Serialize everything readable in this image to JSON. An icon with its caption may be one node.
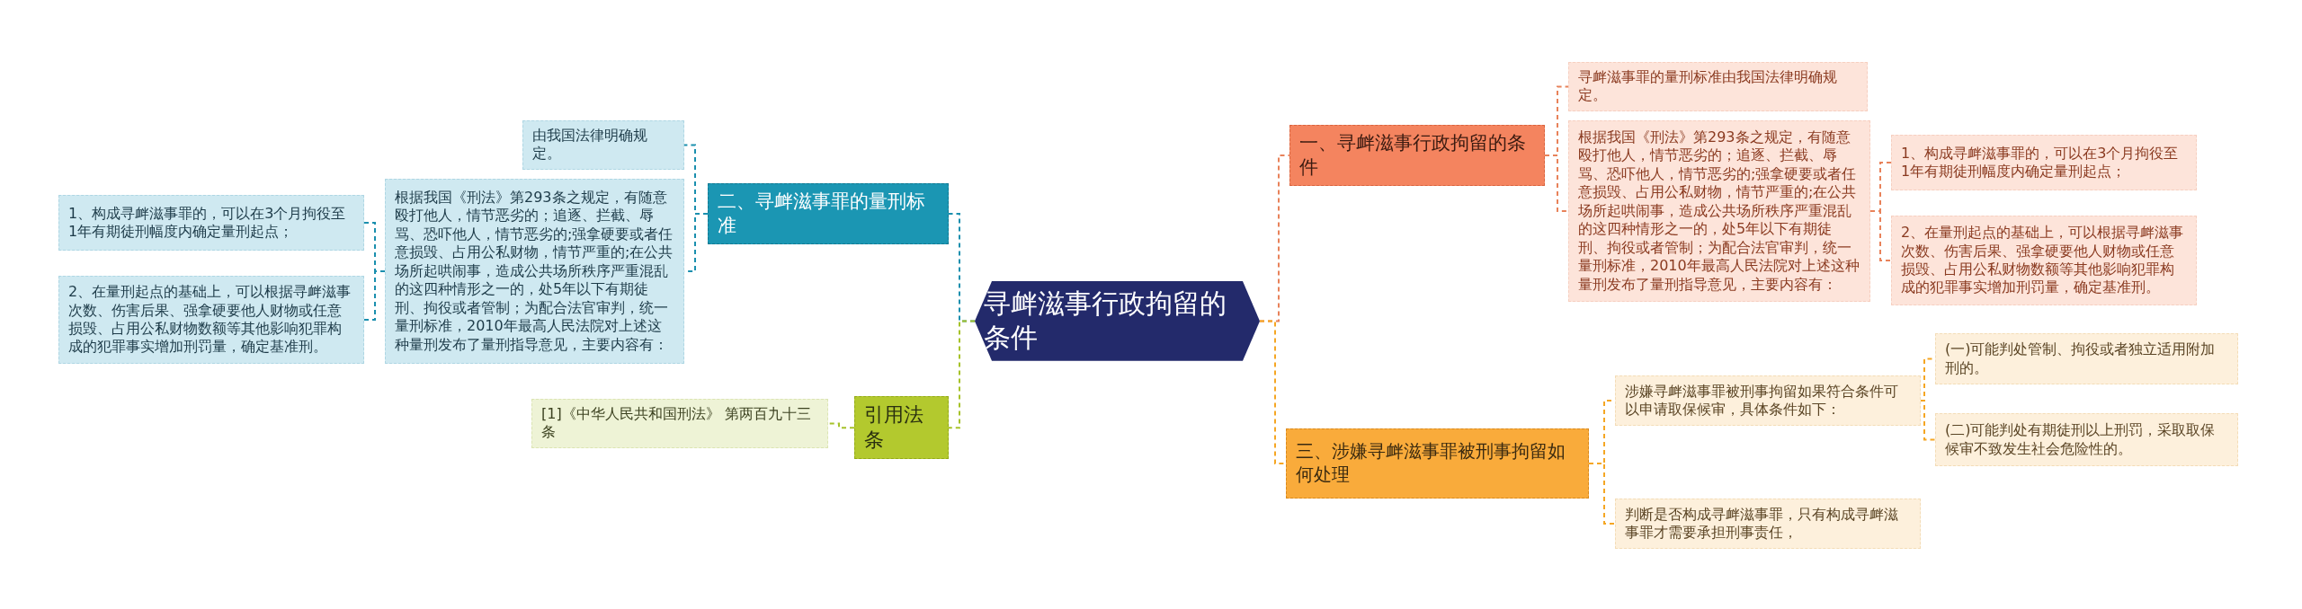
{
  "diagram": {
    "nodes": [
      {
        "text": [
          "寻衅滋事行政拘留的条件"
        ]
      },
      {
        "text": [
          "一、寻衅滋事行政拘留的条件"
        ]
      },
      {
        "text": [
          "寻衅滋事罪的量刑标准由我国法律明确规定。"
        ]
      },
      {
        "text": [
          "根据我国《刑法》第293条之规定，有随意殴打他人，情节恶劣的；追逐、拦截、辱骂、恐吓他人，情节恶劣的;强拿硬要或者任意损毁、占用公私财物，情节严重的;在公共场所起哄闹事，造成公共场所秩序严重混乱的这四种情形之一的，处5年以下有期徒刑、拘役或者管制；为配合法官审判，统一量刑标准，2010年最高人民法院对上述这种量刑发布了量刑指导意见，主要内容有："
        ]
      },
      {
        "text": [
          "1、构成寻衅滋事罪的，可以在3个月拘役至1年有期徒刑幅度内确定量刑起点；"
        ]
      },
      {
        "text": [
          "2、在量刑起点的基础上，可以根据寻衅滋事次数、伤害后果、强拿硬要他人财物或任意损毁、占用公私财物数额等其他影响犯罪构成的犯罪事实增加刑罚量，确定基准刑。"
        ]
      },
      {
        "text": [
          "三、涉嫌寻衅滋事罪被刑事拘留如何处理"
        ]
      },
      {
        "text": [
          "涉嫌寻衅滋事罪被刑事拘留如果符合条件可以申请取保候审，具体条件如下："
        ]
      },
      {
        "text": [
          "(一)可能判处管制、拘役或者独立适用附加刑的。"
        ]
      },
      {
        "text": [
          "(二)可能判处有期徒刑以上刑罚，采取取保候审不致发生社会危险性的。"
        ]
      },
      {
        "text": [
          "判断是否构成寻衅滋事罪，只有构成寻衅滋事罪才需要承担刑事责任，"
        ]
      },
      {
        "text": [
          "二、寻衅滋事罪的量刑标准"
        ]
      },
      {
        "text": [
          "由我国法律明确规定。"
        ]
      },
      {
        "text": [
          "根据我国《刑法》第293条之规定，有随意殴打他人，情节恶劣的；追逐、拦截、辱骂、恐吓他人，情节恶劣的;强拿硬要或者任意损毁、占用公私财物，情节严重的;在公共场所起哄闹事，造成公共场所秩序严重混乱的这四种情形之一的，处5年以下有期徒刑、拘役或者管制；为配合法官审判，统一量刑标准，2010年最高人民法院对上述这种量刑发布了量刑指导意见，主要内容有："
        ]
      },
      {
        "text": [
          "1、构成寻衅滋事罪的，可以在3个月拘役至1年有期徒刑幅度内确定量刑起点；"
        ]
      },
      {
        "text": [
          "2、在量刑起点的基础上，可以根据寻衅滋事次数、伤害后果、强拿硬要他人财物或任意损毁、占用公私财物数额等其他影响犯罪构成的犯罪事实增加刑罚量，确定基准刑。"
        ]
      },
      {
        "text": [
          "引用法条"
        ]
      },
      {
        "text": [
          "[1]《中华人民共和国刑法》 第两百九十三条"
        ]
      }
    ],
    "edges": [
      {
        "from": 0,
        "to": 1,
        "arrow": "none",
        "style": "dashed",
        "color": "#e8825a"
      },
      {
        "from": 1,
        "to": 2,
        "arrow": "none",
        "style": "dashed",
        "color": "#e8825a"
      },
      {
        "from": 1,
        "to": 3,
        "arrow": "none",
        "style": "dashed",
        "color": "#e8825a"
      },
      {
        "from": 3,
        "to": 4,
        "arrow": "none",
        "style": "dashed",
        "color": "#e8825a"
      },
      {
        "from": 3,
        "to": 5,
        "arrow": "none",
        "style": "dashed",
        "color": "#e8825a"
      },
      {
        "from": 0,
        "to": 6,
        "arrow": "none",
        "style": "dashed",
        "color": "#f5a623"
      },
      {
        "from": 6,
        "to": 7,
        "arrow": "none",
        "style": "dashed",
        "color": "#f5a623"
      },
      {
        "from": 7,
        "to": 8,
        "arrow": "none",
        "style": "dashed",
        "color": "#f5a623"
      },
      {
        "from": 7,
        "to": 9,
        "arrow": "none",
        "style": "dashed",
        "color": "#f5a623"
      },
      {
        "from": 6,
        "to": 10,
        "arrow": "none",
        "style": "dashed",
        "color": "#f5a623"
      },
      {
        "from": 0,
        "to": 11,
        "arrow": "none",
        "style": "dashed",
        "color": "#1a8fae"
      },
      {
        "from": 11,
        "to": 12,
        "arrow": "none",
        "style": "dashed",
        "color": "#1a8fae"
      },
      {
        "from": 11,
        "to": 13,
        "arrow": "none",
        "style": "dashed",
        "color": "#1a8fae"
      },
      {
        "from": 13,
        "to": 14,
        "arrow": "none",
        "style": "dashed",
        "color": "#1a8fae"
      },
      {
        "from": 13,
        "to": 15,
        "arrow": "none",
        "style": "dashed",
        "color": "#1a8fae"
      },
      {
        "from": 0,
        "to": 16,
        "arrow": "none",
        "style": "dashed",
        "color": "#a6c22a"
      },
      {
        "from": 16,
        "to": 17,
        "arrow": "none",
        "style": "dashed",
        "color": "#a6c22a"
      }
    ]
  }
}
